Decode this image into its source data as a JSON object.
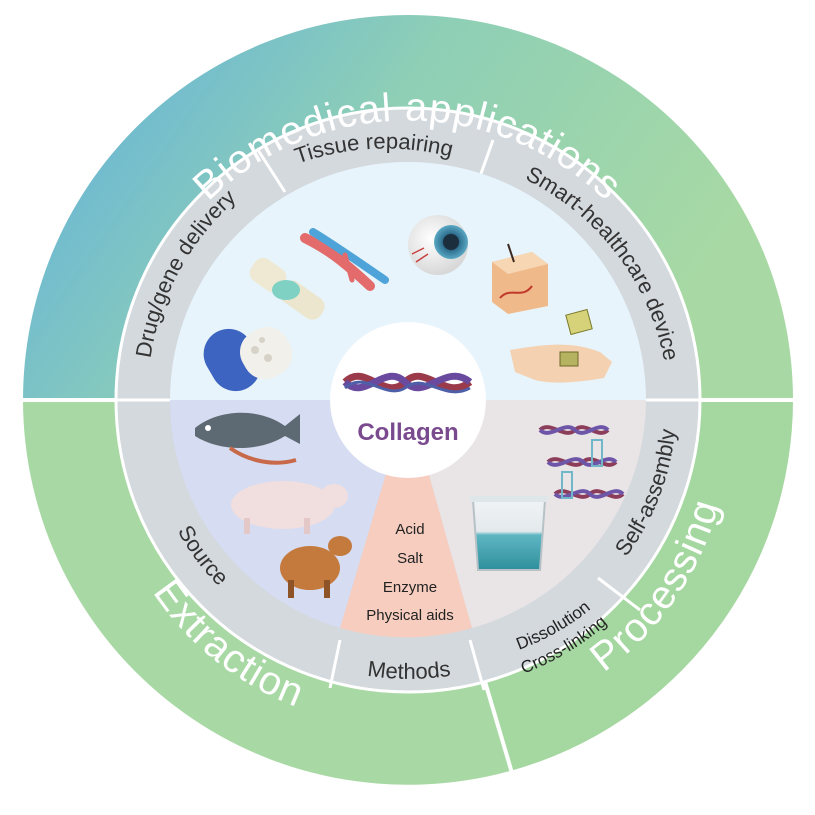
{
  "outer_ring": {
    "biomedical": "Biomedical applications",
    "extraction": "Extraction",
    "processing": "Processing"
  },
  "inner_ring": {
    "drug_gene": "Drug/gene delivery",
    "tissue": "Tissue repairing",
    "smart": "Smart-healthcare device",
    "source": "Source",
    "methods": "Methods",
    "self_assembly": "Self-assembly",
    "dissolution": "Dissolution",
    "cross_linking": "Cross-linking"
  },
  "methods_list": [
    "Acid",
    "Salt",
    "Enzyme",
    "Physical aids"
  ],
  "center": {
    "label": "Collagen"
  },
  "colors": {
    "blue": "#6ab4dc",
    "green": "#a8d8a2",
    "inner_gray": "#d4d9de",
    "top_fill": "#e7f4fb",
    "left_fill": "#d6dcf2",
    "right_fill": "#e9e4e6",
    "methods_fill": "#f6cdbf"
  }
}
